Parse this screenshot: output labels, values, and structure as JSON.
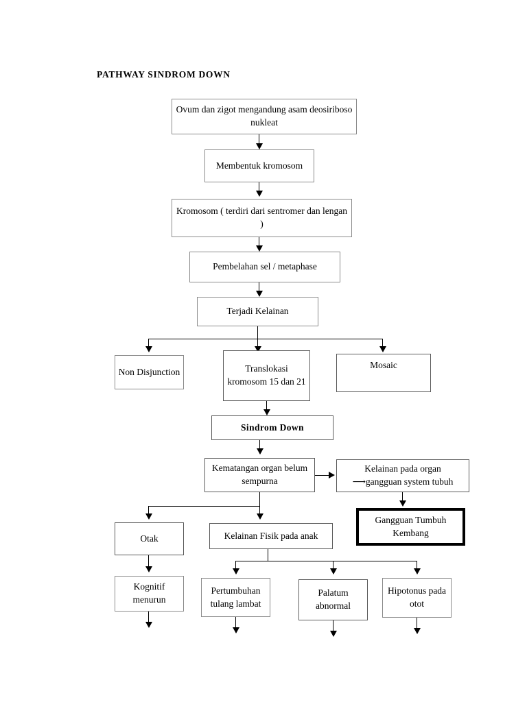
{
  "document": {
    "title": "PATHWAY SINDROM DOWN"
  },
  "nodes": {
    "ovum": "Ovum dan zigot mengandung asam deosiriboso nukleat",
    "membentuk_kromosom": "Membentuk kromosom",
    "kromosom": "Kromosom ( terdiri dari sentromer dan lengan )",
    "pembelahan": "Pembelahan sel / metaphase",
    "kelainan": "Terjadi Kelainan",
    "non_disjunction": "Non Disjunction",
    "translokasi": "Translokasi kromosom 15 dan 21",
    "mosaic": "Mosaic",
    "sindrom_down": "Sindrom Down",
    "kematangan": "Kematangan organ belum sempurna",
    "kelainan_organ": "Kelainan pada organ ⟶gangguan system tubuh",
    "gangguan_tumbuh": "Gangguan Tumbuh Kembang",
    "otak": "Otak",
    "kelainan_fisik": "Kelainan Fisik pada anak",
    "kognitif": "Kognitif menurun",
    "pertumbuhan": "Pertumbuhan tulang lambat",
    "palatum": "Palatum abnormal",
    "hipotonus": "Hipotonus pada otot"
  },
  "chart_data": {
    "type": "flowchart",
    "title": "PATHWAY SINDROM DOWN",
    "orientation": "top-down",
    "node_count": 18,
    "nodes": [
      {
        "id": "ovum",
        "label": "Ovum dan zigot mengandung asam deosiriboso nukleat",
        "level": 1
      },
      {
        "id": "membentuk_kromosom",
        "label": "Membentuk kromosom",
        "level": 2
      },
      {
        "id": "kromosom",
        "label": "Kromosom ( terdiri dari sentromer dan lengan )",
        "level": 3
      },
      {
        "id": "pembelahan",
        "label": "Pembelahan sel / metaphase",
        "level": 4
      },
      {
        "id": "kelainan",
        "label": "Terjadi Kelainan",
        "level": 5
      },
      {
        "id": "non_disjunction",
        "label": "Non Disjunction",
        "level": 6
      },
      {
        "id": "translokasi",
        "label": "Translokasi kromosom 15 dan 21",
        "level": 6
      },
      {
        "id": "mosaic",
        "label": "Mosaic",
        "level": 6
      },
      {
        "id": "sindrom_down",
        "label": "Sindrom Down",
        "level": 7,
        "emphasis": "bold"
      },
      {
        "id": "kematangan",
        "label": "Kematangan organ belum sempurna",
        "level": 8
      },
      {
        "id": "kelainan_organ",
        "label": "Kelainan pada organ ⟶gangguan system tubuh",
        "level": 8
      },
      {
        "id": "gangguan_tumbuh",
        "label": "Gangguan Tumbuh Kembang",
        "level": 9,
        "emphasis": "thick-border"
      },
      {
        "id": "otak",
        "label": "Otak",
        "level": 9
      },
      {
        "id": "kelainan_fisik",
        "label": "Kelainan Fisik pada anak",
        "level": 9
      },
      {
        "id": "kognitif",
        "label": "Kognitif menurun",
        "level": 10
      },
      {
        "id": "pertumbuhan",
        "label": "Pertumbuhan tulang lambat",
        "level": 10
      },
      {
        "id": "palatum",
        "label": "Palatum abnormal",
        "level": 10
      },
      {
        "id": "hipotonus",
        "label": "Hipotonus pada otot",
        "level": 10
      }
    ],
    "edges": [
      {
        "from": "ovum",
        "to": "membentuk_kromosom"
      },
      {
        "from": "membentuk_kromosom",
        "to": "kromosom"
      },
      {
        "from": "kromosom",
        "to": "pembelahan"
      },
      {
        "from": "pembelahan",
        "to": "kelainan"
      },
      {
        "from": "kelainan",
        "to": "non_disjunction"
      },
      {
        "from": "kelainan",
        "to": "translokasi"
      },
      {
        "from": "kelainan",
        "to": "mosaic"
      },
      {
        "from": "translokasi",
        "to": "sindrom_down"
      },
      {
        "from": "sindrom_down",
        "to": "kematangan"
      },
      {
        "from": "kematangan",
        "to": "kelainan_organ",
        "direction": "right"
      },
      {
        "from": "kelainan_organ",
        "to": "gangguan_tumbuh"
      },
      {
        "from": "kematangan",
        "to": "otak"
      },
      {
        "from": "kematangan",
        "to": "kelainan_fisik"
      },
      {
        "from": "otak",
        "to": "kognitif"
      },
      {
        "from": "kelainan_fisik",
        "to": "pertumbuhan"
      },
      {
        "from": "kelainan_fisik",
        "to": "palatum"
      },
      {
        "from": "kelainan_fisik",
        "to": "hipotonus"
      },
      {
        "from": "kognitif",
        "to": null
      },
      {
        "from": "pertumbuhan",
        "to": null
      },
      {
        "from": "palatum",
        "to": null
      },
      {
        "from": "hipotonus",
        "to": null
      }
    ]
  }
}
